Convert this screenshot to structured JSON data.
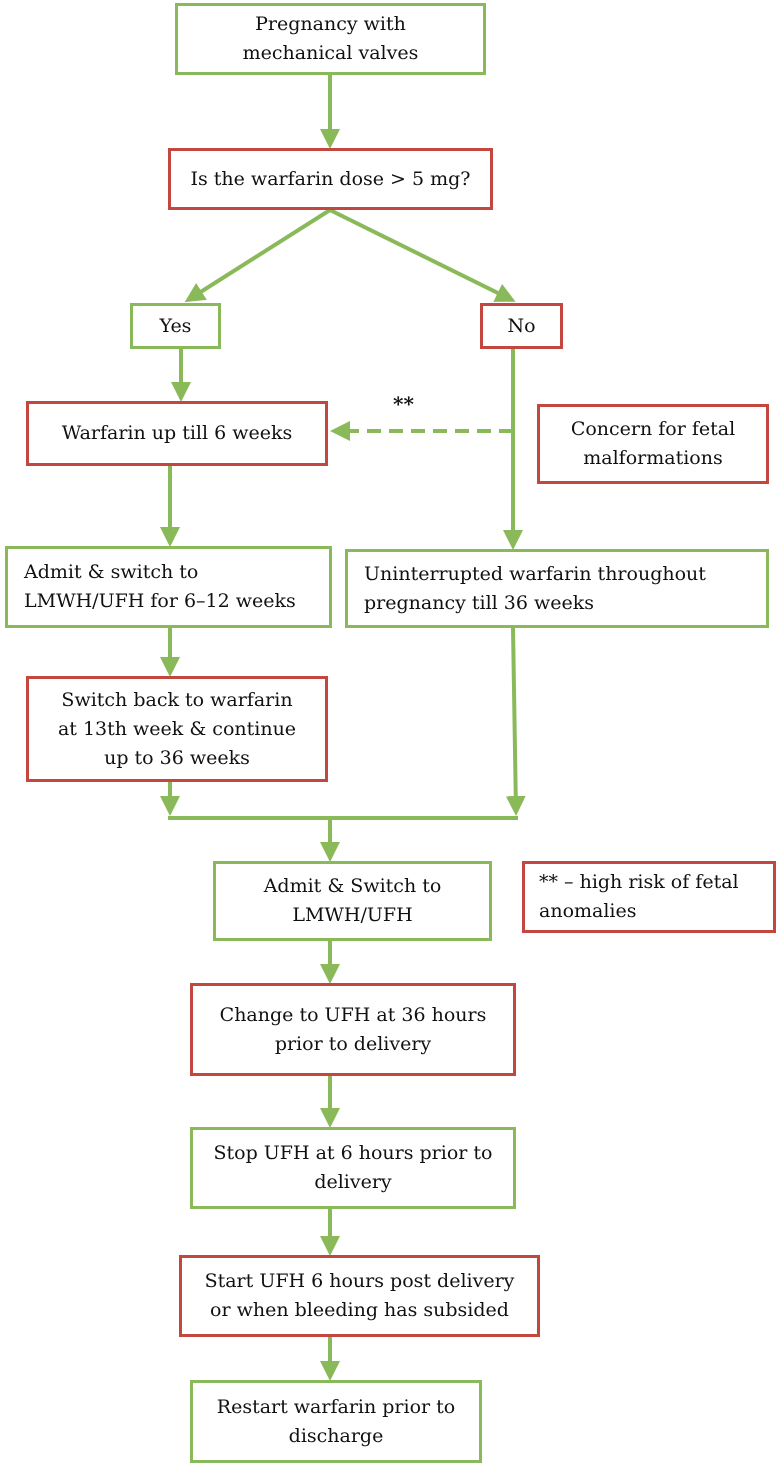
{
  "colors": {
    "green": "#8ab95a",
    "red": "#c3463f",
    "text": "#111111"
  },
  "nodes": {
    "start": [
      "Pregnancy with",
      "mechanical valves"
    ],
    "question": [
      "Is the warfarin dose > 5 mg?"
    ],
    "yes": [
      "Yes"
    ],
    "no": [
      "No"
    ],
    "warfarin6": [
      "Warfarin up till 6 weeks"
    ],
    "concern": [
      "Concern for fetal",
      "malformations"
    ],
    "admitSwitch": [
      "Admit & switch to",
      "LMWH/UFH for 6–12 weeks"
    ],
    "uninterrupted": [
      "Uninterrupted warfarin throughout",
      "pregnancy till 36 weeks"
    ],
    "switchBack": [
      "Switch back to warfarin",
      "at 13th week & continue",
      "up to 36 weeks"
    ],
    "admitSwitch2": [
      "Admit & Switch to",
      "LMWH/UFH"
    ],
    "legend": [
      "** – high risk of fetal",
      "anomalies"
    ],
    "changeUfh": [
      "Change to UFH at 36 hours",
      "prior to delivery"
    ],
    "stopUfh": [
      "Stop UFH at 6 hours prior to",
      "delivery"
    ],
    "startUfh": [
      "Start UFH 6 hours post delivery",
      "or when bleeding has subsided"
    ],
    "restart": [
      "Restart warfarin prior to",
      "discharge"
    ]
  },
  "annotations": {
    "dashed_arrow_label": "**"
  }
}
